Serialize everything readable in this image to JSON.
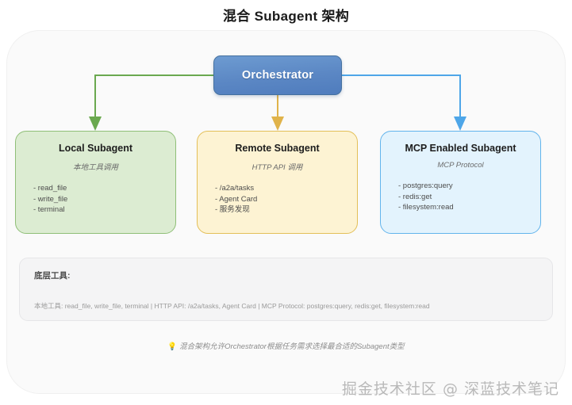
{
  "title": "混合 Subagent 架构",
  "orchestrator": {
    "label": "Orchestrator"
  },
  "cards": [
    {
      "id": "local-subagent",
      "title": "Local Subagent",
      "subtitle": "本地工具调用",
      "items": [
        "- read_file",
        "- write_file",
        "- terminal"
      ],
      "bg": "#dcecd2",
      "border": "#8fbf77",
      "connector_color": "#6aa84f"
    },
    {
      "id": "remote-subagent",
      "title": "Remote Subagent",
      "subtitle": "HTTP API 调用",
      "items": [
        "- /a2a/tasks",
        "- Agent Card",
        "- 服务发现"
      ],
      "bg": "#fdf3d3",
      "border": "#e3bf58",
      "connector_color": "#e0b34a"
    },
    {
      "id": "mcp-subagent",
      "title": "MCP Enabled Subagent",
      "subtitle": "MCP Protocol",
      "items": [
        "- postgres:query",
        "- redis:get",
        "- filesystem:read"
      ],
      "bg": "#e3f3fd",
      "border": "#62b4ec",
      "connector_color": "#4ea6e8"
    }
  ],
  "tools_panel": {
    "heading": "底层工具:",
    "detail": "本地工具: read_file, write_file, terminal | HTTP API: /a2a/tasks, Agent Card | MCP Protocol: postgres:query, redis:get, filesystem:read"
  },
  "note": {
    "icon": "💡",
    "text": "混合架构允许Orchestrator根据任务需求选择最合适的Subagent类型"
  },
  "watermark": "掘金技术社区 @ 深蓝技术笔记",
  "colors": {
    "canvas_bg": "#fafafa",
    "orchestrator_blue": "#5b87c4",
    "green": "#6aa84f",
    "amber": "#e0b34a",
    "blue": "#4ea6e8"
  }
}
